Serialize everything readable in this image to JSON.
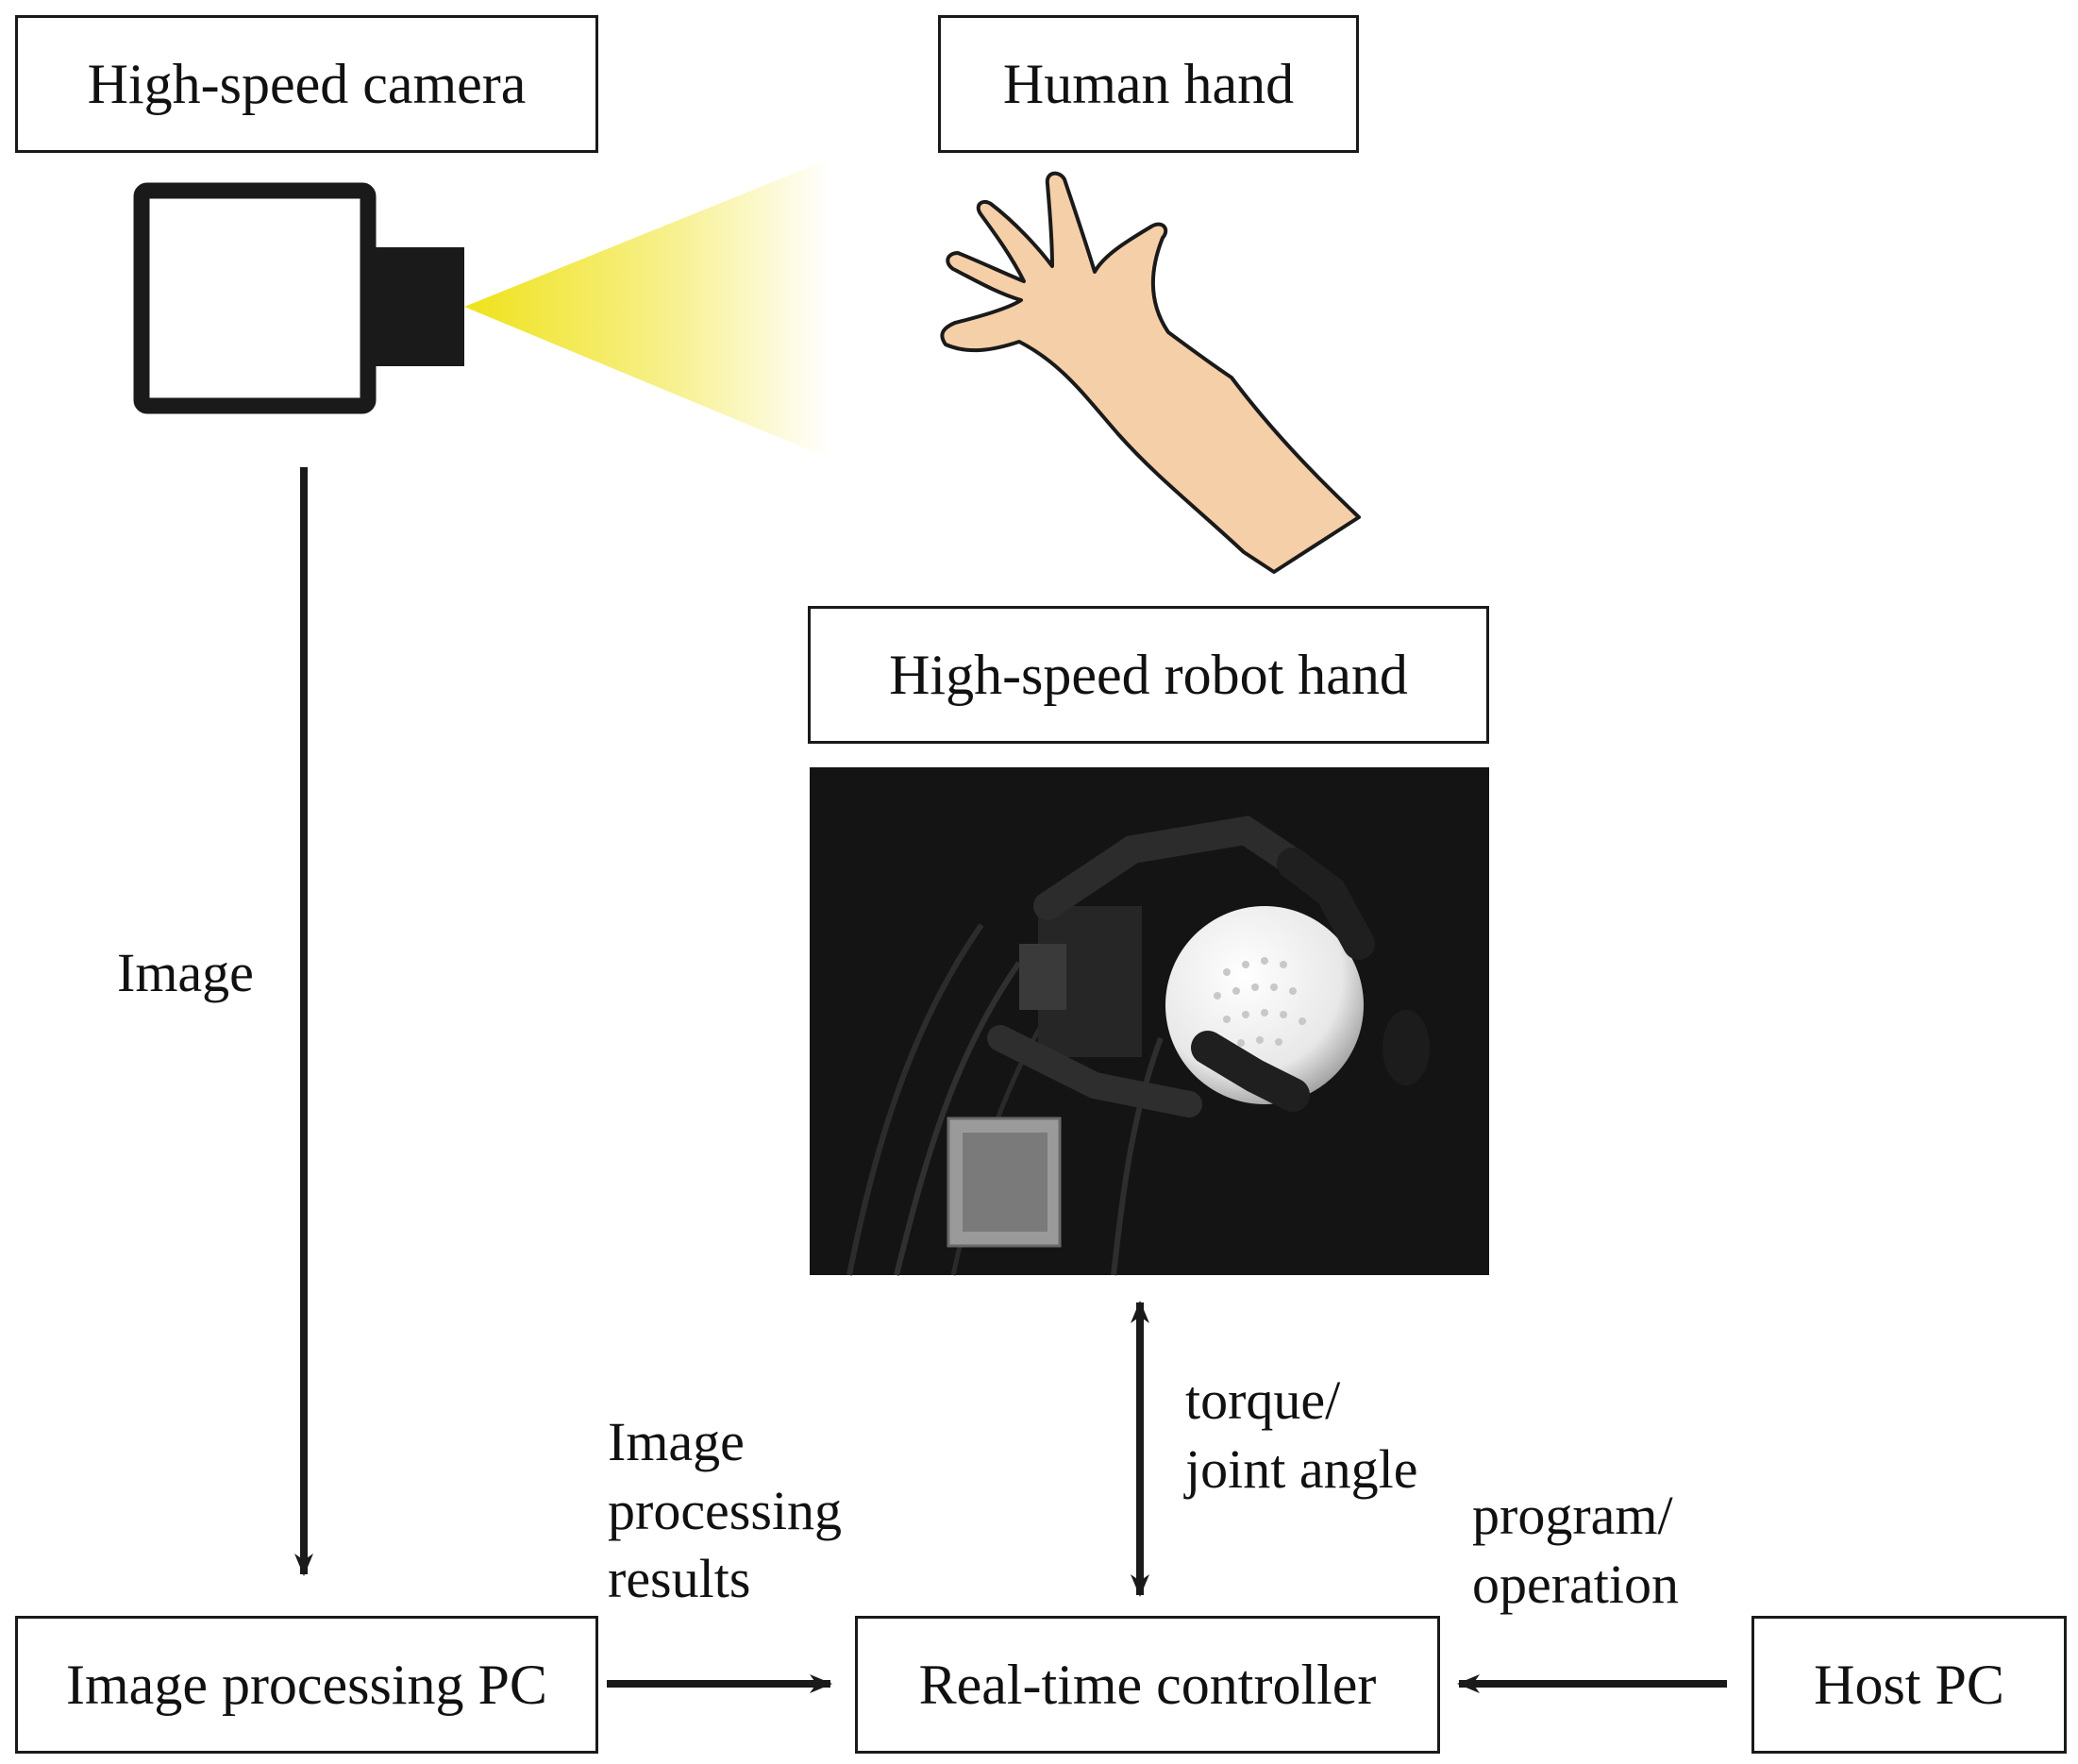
{
  "boxes": {
    "camera": "High-speed camera",
    "human_hand": "Human hand",
    "robot_hand": "High-speed robot hand",
    "image_pc": "Image processing PC",
    "controller": "Real-time controller",
    "host_pc": "Host PC"
  },
  "edges": {
    "image": "Image",
    "image_results_1": "Image",
    "image_results_2": "processing",
    "image_results_3": "results",
    "torque_1": "torque/",
    "torque_2": "joint angle",
    "program_1": "program/",
    "program_2": "operation"
  },
  "icons": [
    "camera-icon",
    "light-beam-icon",
    "human-hand-icon",
    "robot-hand-photo"
  ],
  "colors": {
    "line": "#1a1a1a",
    "beam": "#f2e600",
    "skin": "#f5cfa8",
    "photo_bg": "#141414"
  }
}
